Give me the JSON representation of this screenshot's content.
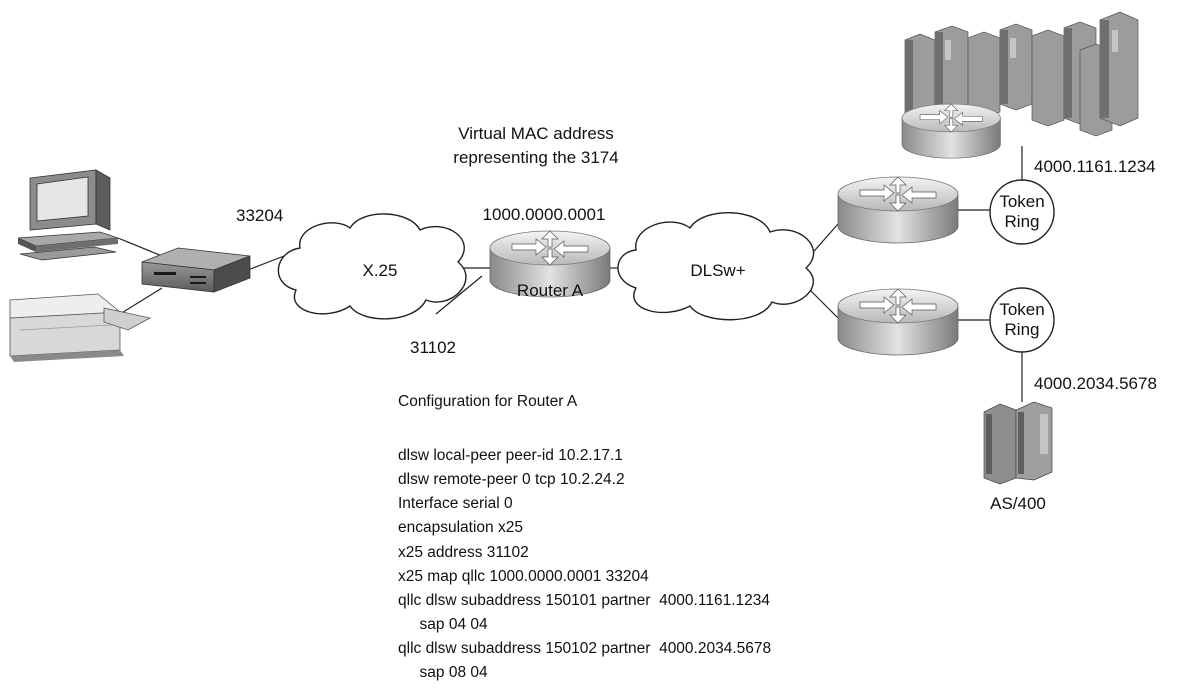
{
  "labels": {
    "virtual_mac_line1": "Virtual MAC address",
    "virtual_mac_line2": "representing the 3174",
    "router_a_mac": "1000.0000.0001",
    "router_a_name": "Router A",
    "pad_address": "33204",
    "router_x25_address": "31102",
    "x25_cloud": "X.25",
    "dlsw_cloud": "DLSw+",
    "token_ring_top_line1": "Token",
    "token_ring_top_line2": "Ring",
    "token_ring_bottom_line1": "Token",
    "token_ring_bottom_line2": "Ring",
    "host_mac": "4000.1161.1234",
    "as400_mac": "4000.2034.5678",
    "as400_name": "AS/400"
  },
  "config": {
    "title": "Configuration for Router A",
    "lines": [
      "dlsw local-peer peer-id 10.2.17.1",
      "dlsw remote-peer 0 tcp 10.2.24.2",
      "Interface serial 0",
      "encapsulation x25",
      "x25 address 31102",
      "x25 map qllc 1000.0000.0001 33204",
      "qllc dlsw subaddress 150101 partner  4000.1161.1234",
      "     sap 04 04",
      "qllc dlsw subaddress 150102 partner  4000.2034.5678",
      "     sap 08 04"
    ]
  },
  "icons": [
    "pc-terminal-icon",
    "printer-icon",
    "pad-device-icon",
    "router-icon",
    "mainframe-icon",
    "token-ring-icon",
    "as400-icon",
    "cloud-icon"
  ]
}
